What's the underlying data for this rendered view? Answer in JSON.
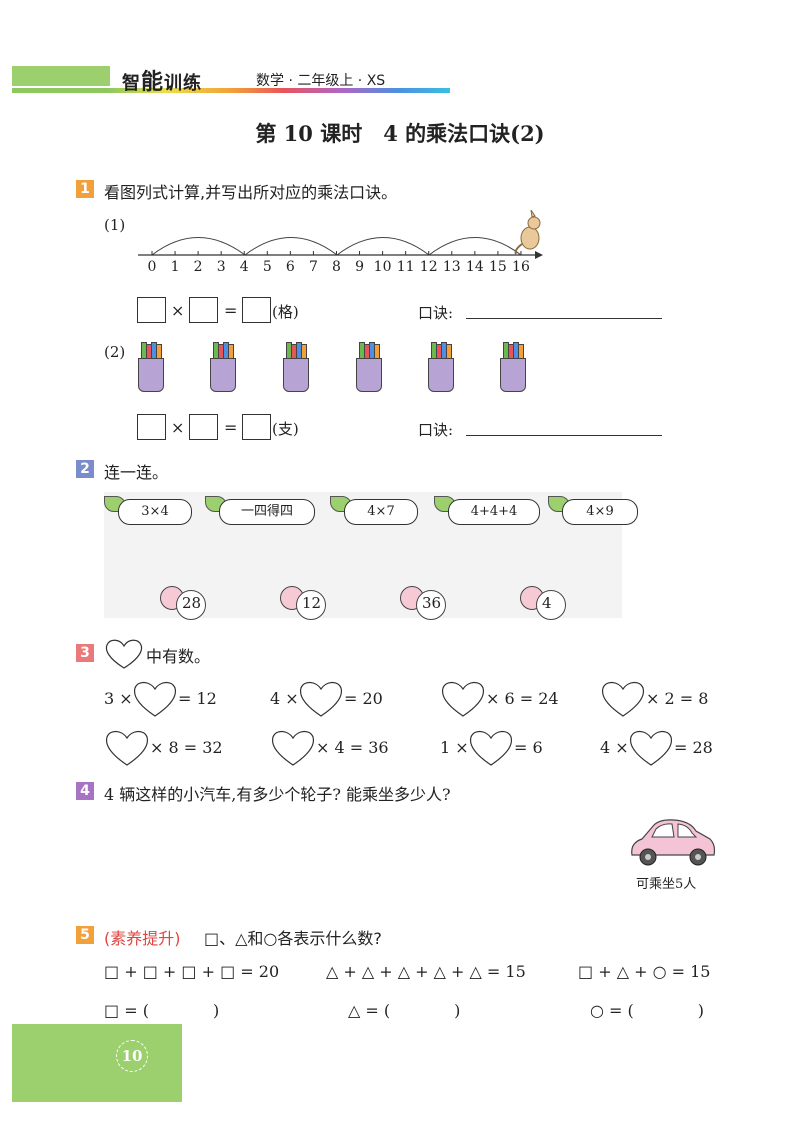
{
  "header": {
    "brand_a": "智",
    "brand_b": "能",
    "brand_c": "训练",
    "subject": "数学 · 二年级上 · XS"
  },
  "title": "第 10 课时　4 的乘法口诀(2)",
  "q1": {
    "num": "1",
    "text": "看图列式计算,并写出所对应的乘法口诀。",
    "p1_label": "(1)",
    "ticks": [
      "0",
      "1",
      "2",
      "3",
      "4",
      "5",
      "6",
      "7",
      "8",
      "9",
      "10",
      "11",
      "12",
      "13",
      "14",
      "15",
      "16"
    ],
    "unit1": "(格)",
    "koujue": "口诀:",
    "p2_label": "(2)",
    "unit2": "(支)",
    "times": "×",
    "equals": "="
  },
  "q2": {
    "num": "2",
    "text": "连一连。",
    "leaves": [
      "3×4",
      "一四得四",
      "4×7",
      "4+4+4",
      "4×9"
    ],
    "flowers": [
      "28",
      "12",
      "36",
      "4"
    ]
  },
  "q3": {
    "num": "3",
    "text": "中有数。",
    "row1": [
      {
        "pre": "3 ×",
        "post": "= 12"
      },
      {
        "pre": "4 ×",
        "post": "= 20"
      },
      {
        "pre": "",
        "post": "× 6 = 24"
      },
      {
        "pre": "",
        "post": "× 2 = 8"
      }
    ],
    "row2": [
      {
        "pre": "",
        "post": "× 8 = 32"
      },
      {
        "pre": "",
        "post": "× 4 = 36"
      },
      {
        "pre": "1 ×",
        "post": "= 6"
      },
      {
        "pre": "4 ×",
        "post": "= 28"
      }
    ]
  },
  "q4": {
    "num": "4",
    "text": "4 辆这样的小汽车,有多少个轮子? 能乘坐多少人?",
    "car_caption": "可乘坐5人"
  },
  "q5": {
    "num": "5",
    "tag": "(素养提升)",
    "text": "□、△和○各表示什么数?",
    "eq1": "□ + □ + □ + □ = 20",
    "eq2": "△ + △ + △ + △ + △ = 15",
    "eq3": "□ + △ + ○ = 15",
    "ans1": "□ = (　　　　)",
    "ans2": "△ = (　　　　)",
    "ans3": "○ = (　　　　)"
  },
  "footer": {
    "page": "10"
  },
  "colors": {
    "green": "#9ccf6e",
    "q1": "#f2a13a",
    "q2": "#7b8ccc",
    "q3": "#e9797a",
    "q4": "#a873c2",
    "q5": "#f2a13a",
    "tag": "#e0453f"
  }
}
